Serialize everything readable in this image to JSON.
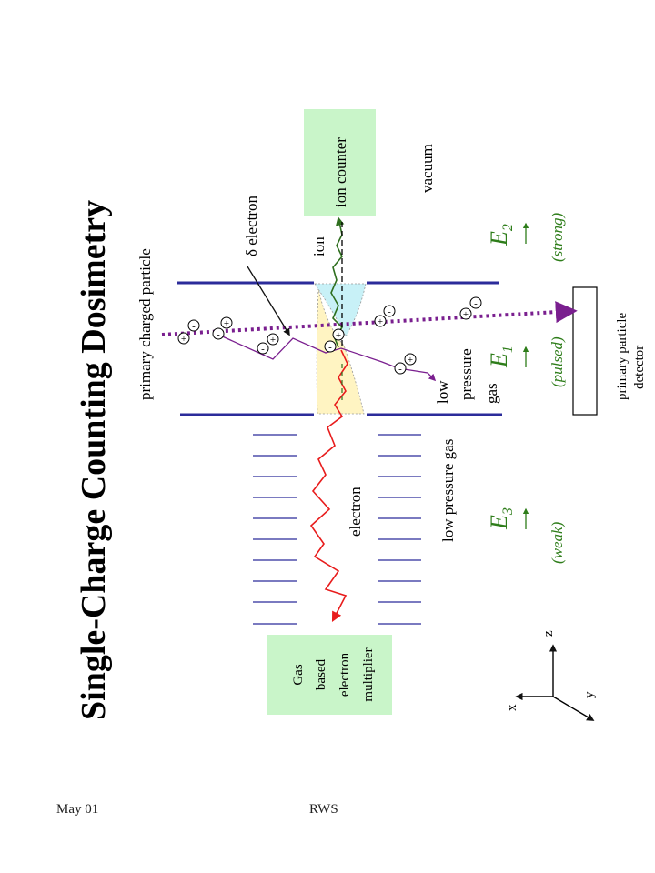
{
  "title": "Single-Charge Counting Dosimetry",
  "footer": {
    "left": "May 01",
    "right": "RWS"
  },
  "labels": {
    "primary_charged_particle": "primary charged particle",
    "delta_electron": "δ electron",
    "ion": "ion",
    "ion_counter": "ion counter",
    "vacuum": "vacuum",
    "electron": "electron",
    "low_pressure_gas_long": "low pressure gas",
    "low_pressure_gas_stacked": [
      "low",
      "pressure",
      "gas"
    ],
    "gas_multiplier": [
      "Gas",
      "based",
      "electron",
      "multiplier"
    ],
    "primary_detector": [
      "primary particle",
      "detector"
    ]
  },
  "fields": {
    "e3": {
      "name": "E",
      "sub": "3",
      "note": "(weak)"
    },
    "e1": {
      "name": "E",
      "sub": "1",
      "note": "(pulsed)"
    },
    "e2": {
      "name": "E",
      "sub": "2",
      "note": "(strong)"
    }
  },
  "axes": {
    "x": "x",
    "y": "y",
    "z": "z"
  },
  "charges": {
    "plus": "+",
    "minus": "-"
  },
  "colors": {
    "electrode": "#2b2b9a",
    "field_label": "#2e7d1a",
    "electron_track": "#e81c1c",
    "ion_track": "#2f6f1f",
    "particle_track": "#7a1f8f",
    "box_fill": "#c9f5c9",
    "ion_region": "#c8f1f7",
    "gas_region": "#fff4c2"
  }
}
